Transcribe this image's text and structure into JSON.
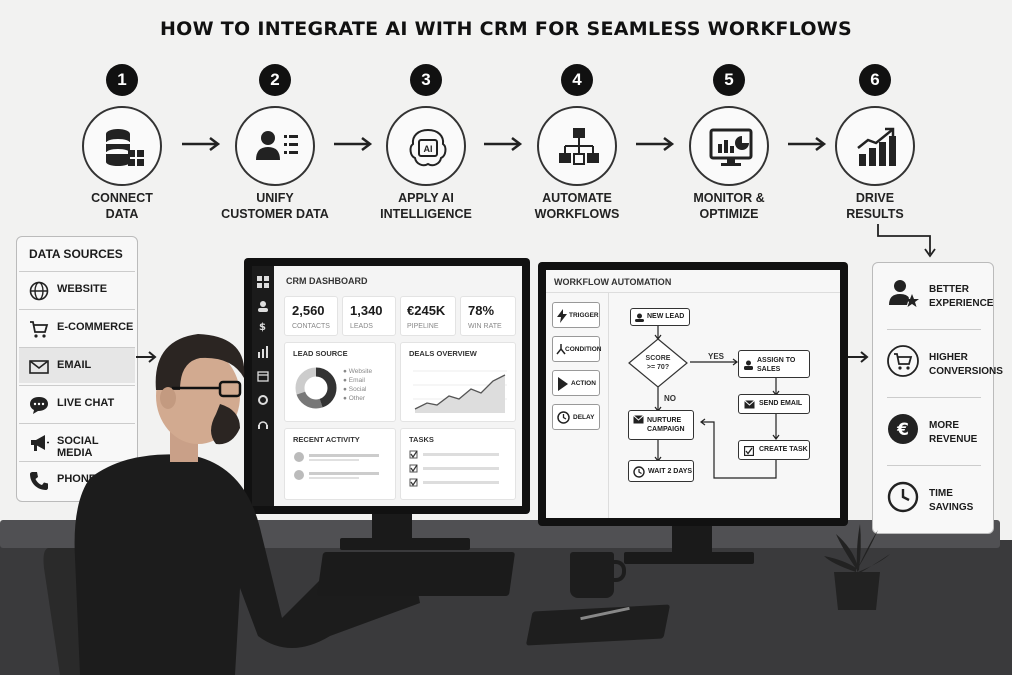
{
  "title": "HOW TO INTEGRATE AI WITH CRM FOR SEAMLESS WORKFLOWS",
  "steps": [
    {
      "num": "1",
      "line1": "CONNECT",
      "line2": "DATA",
      "icon": "database-icon"
    },
    {
      "num": "2",
      "line1": "UNIFY",
      "line2": "CUSTOMER DATA",
      "icon": "user-list-icon"
    },
    {
      "num": "3",
      "line1": "APPLY AI",
      "line2": "INTELLIGENCE",
      "icon": "ai-brain-icon"
    },
    {
      "num": "4",
      "line1": "AUTOMATE",
      "line2": "WORKFLOWS",
      "icon": "org-chart-icon"
    },
    {
      "num": "5",
      "line1": "MONITOR &",
      "line2": "OPTIMIZE",
      "icon": "monitor-chart-icon"
    },
    {
      "num": "6",
      "line1": "DRIVE",
      "line2": "RESULTS",
      "icon": "growth-chart-icon"
    }
  ],
  "data_sources": {
    "title": "DATA SOURCES",
    "items": [
      {
        "label": "WEBSITE",
        "icon": "globe-icon"
      },
      {
        "label": "E-COMMERCE",
        "icon": "cart-icon"
      },
      {
        "label": "EMAIL",
        "icon": "envelope-icon"
      },
      {
        "label": "LIVE CHAT",
        "icon": "chat-icon"
      },
      {
        "label": "SOCIAL MEDIA",
        "icon": "megaphone-icon"
      },
      {
        "label": "PHONE",
        "icon": "phone-icon"
      }
    ]
  },
  "crm": {
    "title": "CRM DASHBOARD",
    "kpis": [
      {
        "value": "2,560",
        "label": "CONTACTS"
      },
      {
        "value": "1,340",
        "label": "LEADS"
      },
      {
        "value": "€245K",
        "label": "PIPELINE"
      },
      {
        "value": "78%",
        "label": "WIN RATE"
      }
    ],
    "lead_source": {
      "title": "LEAD SOURCE",
      "legend": [
        "Website",
        "Email",
        "Social",
        "Other"
      ]
    },
    "deals_title": "DEALS OVERVIEW",
    "recent_title": "RECENT ACTIVITY",
    "tasks_title": "TASKS"
  },
  "workflow": {
    "title": "WORKFLOW AUTOMATION",
    "palette": [
      "TRIGGER",
      "CONDITION",
      "ACTION",
      "DELAY"
    ],
    "new_lead": "NEW LEAD",
    "score_line1": "SCORE",
    "score_line2": ">= 70?",
    "yes": "YES",
    "no": "NO",
    "assign_line1": "ASSIGN TO",
    "assign_line2": "SALES",
    "send_email": "SEND EMAIL",
    "create_task": "CREATE TASK",
    "nurture_line1": "NURTURE",
    "nurture_line2": "CAMPAIGN",
    "wait": "WAIT 2 DAYS"
  },
  "results": [
    {
      "line1": "BETTER",
      "line2": "EXPERIENCE",
      "icon": "user-star-icon"
    },
    {
      "line1": "HIGHER",
      "line2": "CONVERSIONS",
      "icon": "cart-icon"
    },
    {
      "line1": "MORE",
      "line2": "REVENUE",
      "icon": "euro-icon"
    },
    {
      "line1": "TIME",
      "line2": "SAVINGS",
      "icon": "clock-icon"
    }
  ]
}
